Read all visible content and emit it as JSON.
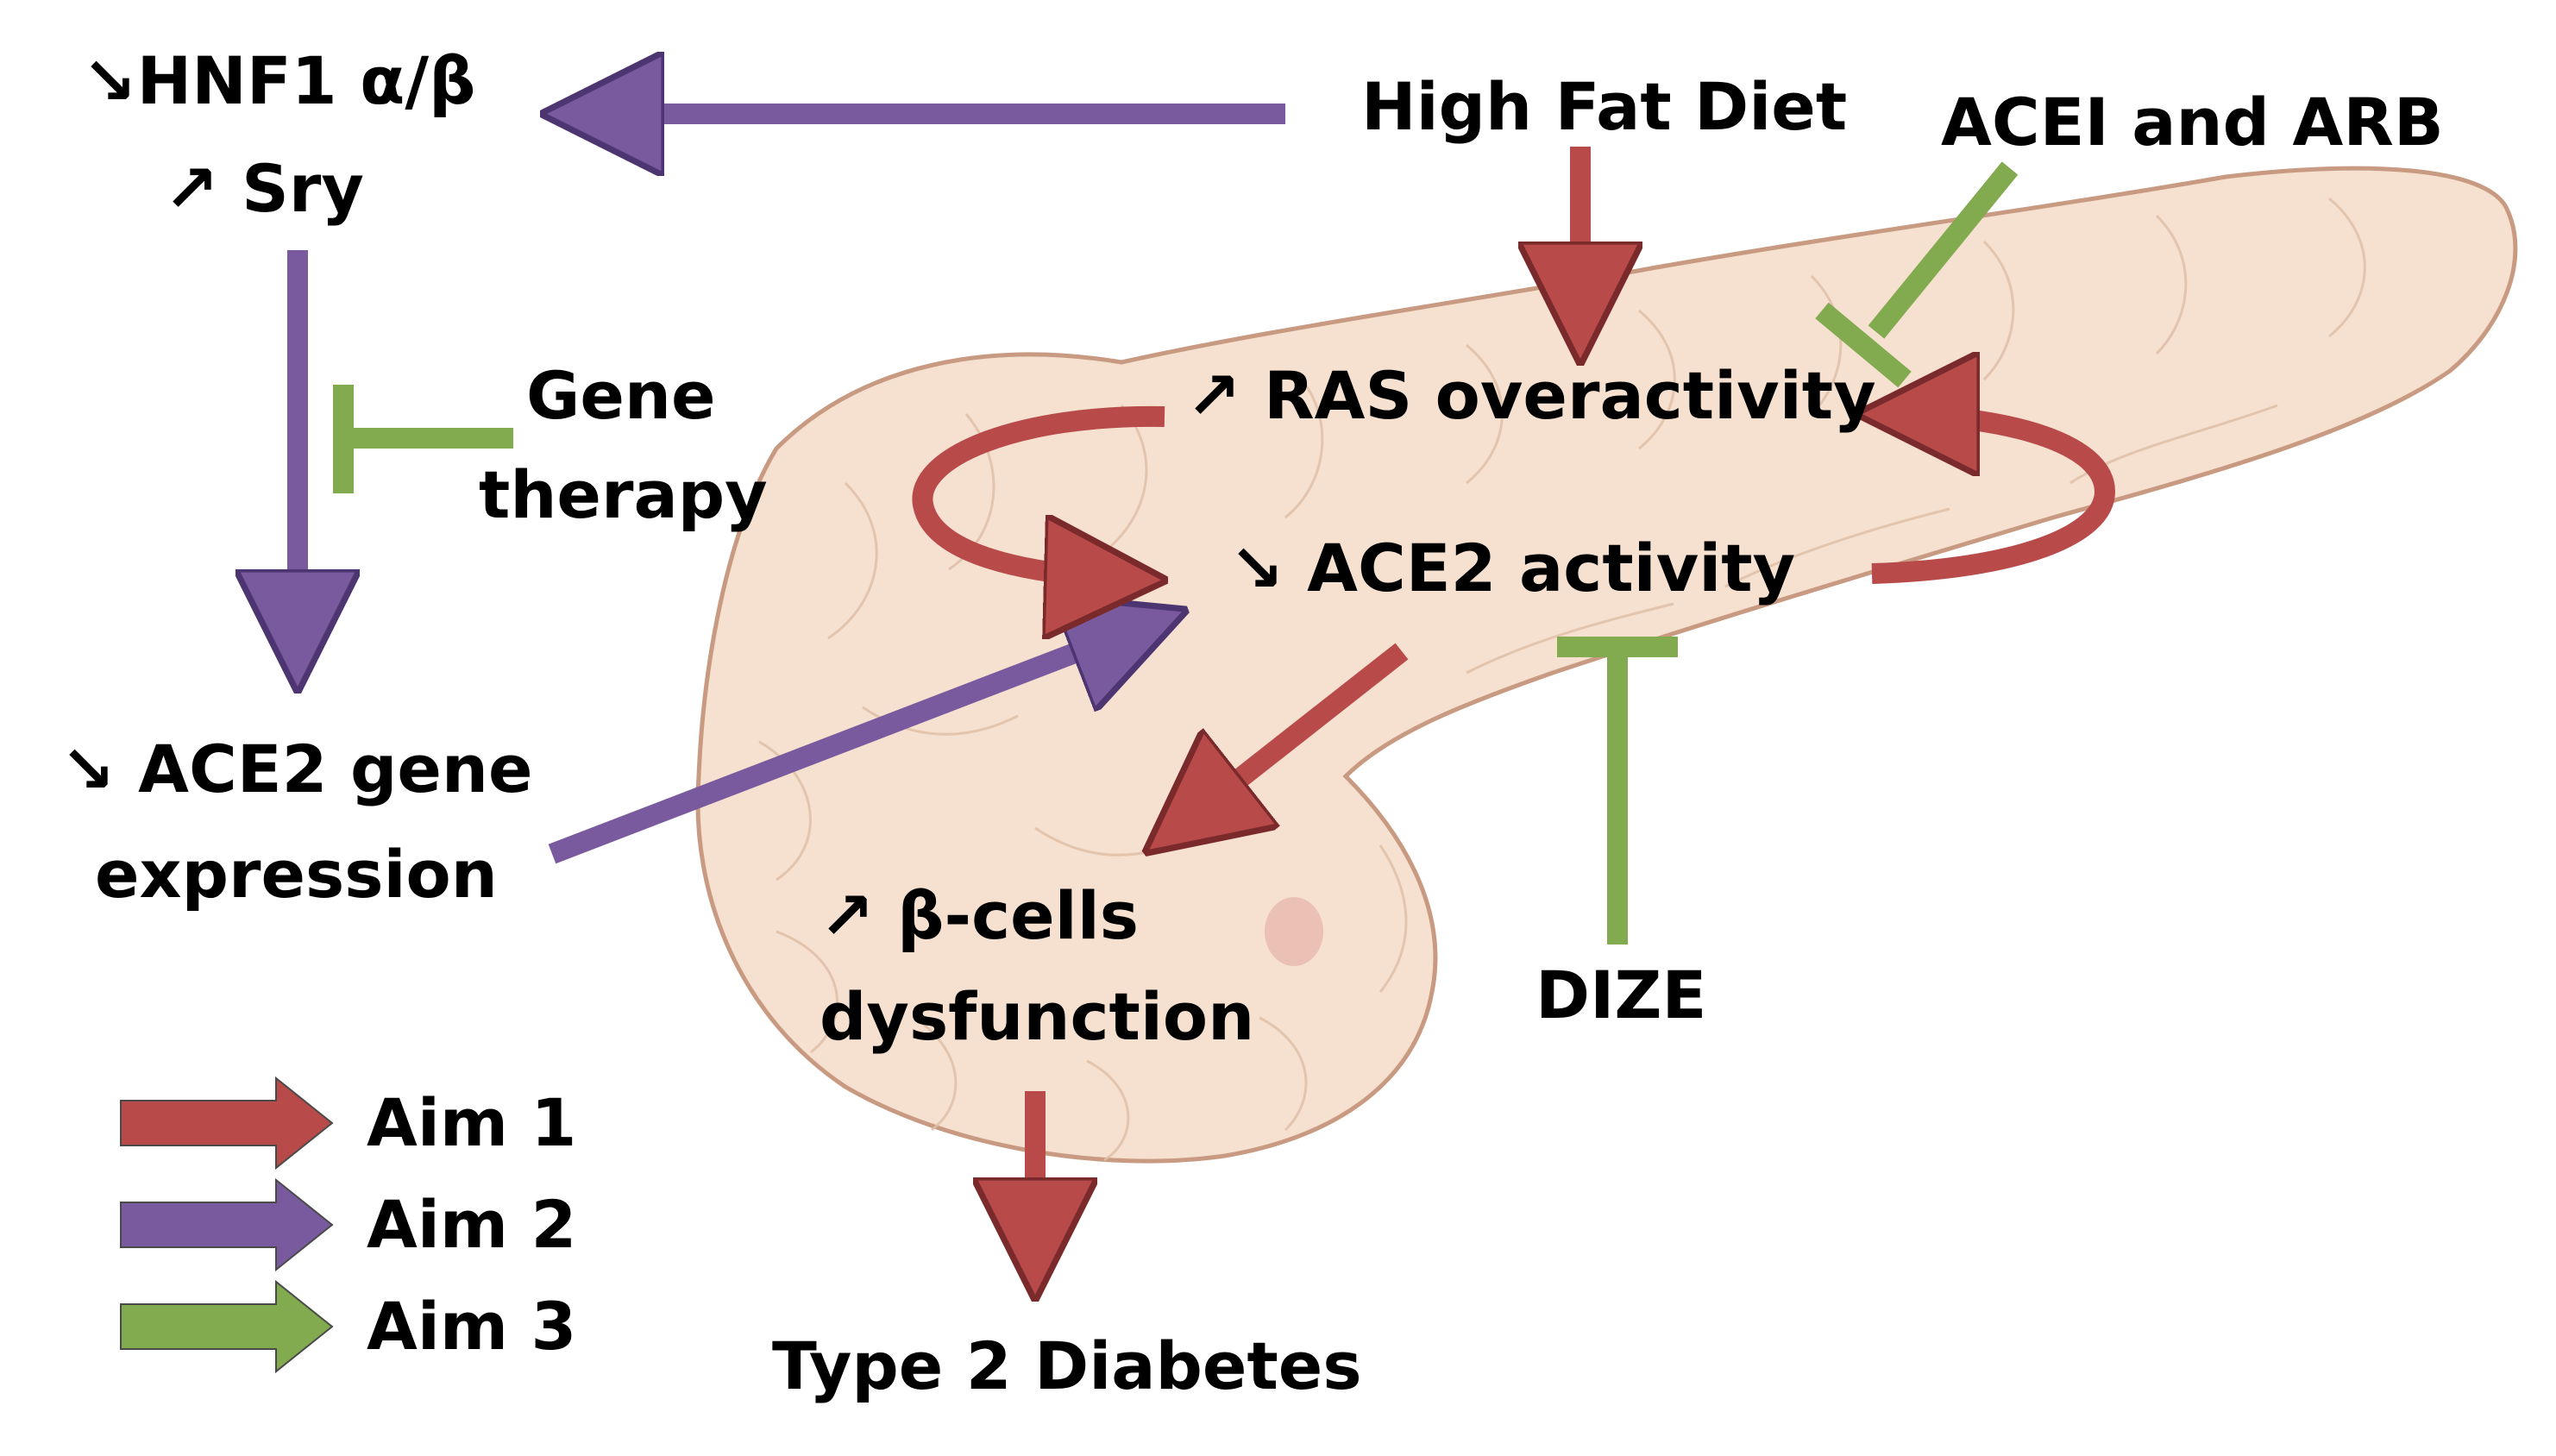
{
  "colors": {
    "aim1": "#b84a4a",
    "aim2": "#7a5a9e",
    "aim3": "#82aa4e",
    "pancreas_fill": "#f6e0cf",
    "pancreas_stroke": "#c89a82"
  },
  "labels": {
    "hnf1": "↘HNF1 α/β",
    "sry": "↗ Sry",
    "high_fat_diet": "High Fat Diet",
    "acei_arb": "ACEI and ARB",
    "gene_therapy_line1": "Gene",
    "gene_therapy_line2": "therapy",
    "ras_overactivity": "↗ RAS overactivity",
    "ace2_activity": "↘ ACE2 activity",
    "ace2_gene_line1": "↘ ACE2 gene",
    "ace2_gene_line2": "expression",
    "beta_cells_line1": "↗ β-cells",
    "beta_cells_line2": "dysfunction",
    "dize": "DIZE",
    "type2_diabetes": "Type 2 Diabetes"
  },
  "legend": [
    {
      "label": "Aim 1",
      "color_key": "aim1"
    },
    {
      "label": "Aim 2",
      "color_key": "aim2"
    },
    {
      "label": "Aim 3",
      "color_key": "aim3"
    }
  ]
}
